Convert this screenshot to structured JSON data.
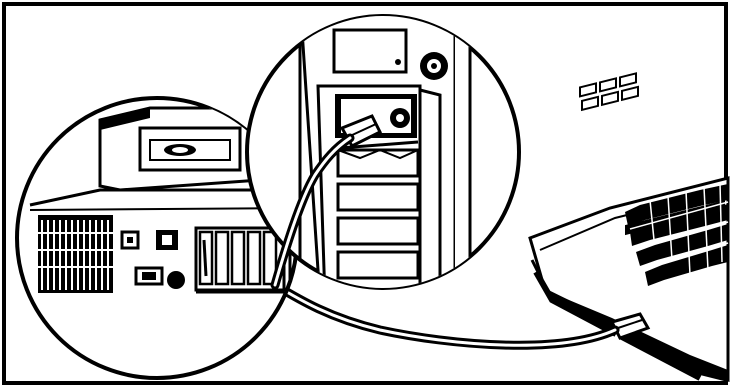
{
  "illustration": {
    "colors": {
      "ink": "#000000",
      "paper": "#ffffff"
    },
    "elements": [
      "outer-frame",
      "pc-rear-callout",
      "port-detail-callout",
      "keyboard",
      "keyboard-cable"
    ]
  }
}
